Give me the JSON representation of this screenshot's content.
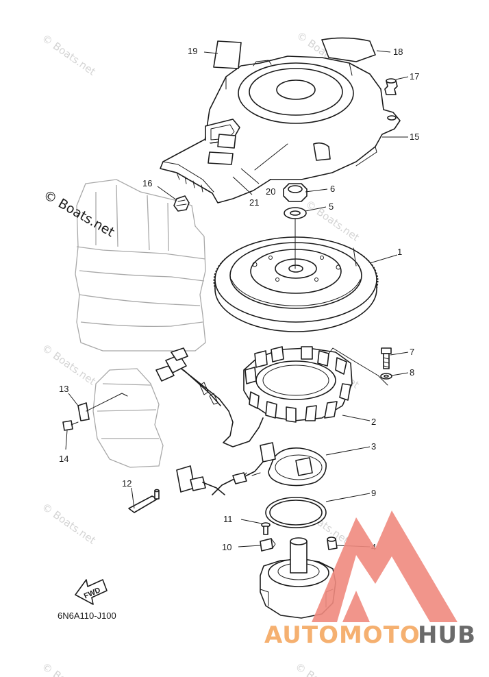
{
  "diagram": {
    "watermark_text": "© Boats.net",
    "copyright_text": "© Boats.net",
    "diagram_code": "6N6A110-J100",
    "fwd_label": "FWD",
    "callouts": {
      "c1": "1",
      "c2": "2",
      "c3": "3",
      "c4": "4",
      "c5": "5",
      "c6": "6",
      "c7": "7",
      "c8": "8",
      "c9": "9",
      "c10": "10",
      "c11": "11",
      "c12": "12",
      "c13": "13",
      "c14": "14",
      "c15": "15",
      "c16": "16",
      "c17": "17",
      "c18": "18",
      "c19": "19",
      "c20": "20",
      "c21": "21"
    }
  },
  "logo": {
    "part1": "AUTOMOTO",
    "part2": "HUB",
    "accent_color": "#f08a7e",
    "orange_color": "#f5b070",
    "gray_color": "#6a6a6a"
  }
}
